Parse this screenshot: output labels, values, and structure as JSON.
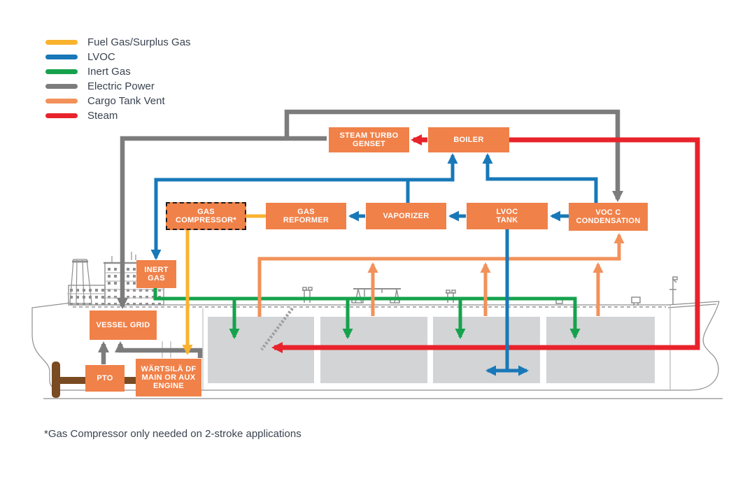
{
  "colors": {
    "fuel_gas": "#F9B32F",
    "lvoc": "#1878B8",
    "inert_gas": "#16A24C",
    "electric_power": "#7C7C7C",
    "cargo_tank_vent": "#F2915A",
    "steam": "#E8232B",
    "node_fill": "#F08149",
    "node_text": "#FFFFFF",
    "tank_fill": "#D3D4D6",
    "ship_outline": "#8F8F8F",
    "shaft_brown": "#7A4A22",
    "text_dark": "#3A4350"
  },
  "legend": {
    "items": [
      {
        "label": "Fuel Gas/Surplus Gas",
        "color": "#F9B32F"
      },
      {
        "label": "LVOC",
        "color": "#1878B8"
      },
      {
        "label": "Inert Gas",
        "color": "#16A24C"
      },
      {
        "label": "Electric Power",
        "color": "#7C7C7C"
      },
      {
        "label": "Cargo Tank Vent",
        "color": "#F2915A"
      },
      {
        "label": "Steam",
        "color": "#E8232B"
      }
    ]
  },
  "nodes": {
    "steam_turbo_genset": {
      "label": "STEAM TURBO\nGENSET"
    },
    "boiler": {
      "label": "BOILER"
    },
    "gas_compressor": {
      "label": "GAS\nCOMPRESSOR*"
    },
    "gas_reformer": {
      "label": "GAS\nREFORMER"
    },
    "vaporizer": {
      "label": "VAPORIZER"
    },
    "lvoc_tank": {
      "label": "LVOC\nTANK"
    },
    "voc_condensation": {
      "label": "VOC C\nCONDENSATION"
    },
    "inert_gas": {
      "label": "INERT\nGAS"
    },
    "vessel_grid": {
      "label": "VESSEL GRID"
    },
    "pto": {
      "label": "PTO"
    },
    "main_engine": {
      "label": "WÄRTSILÄ DF\nMAIN OR AUX\nENGINE"
    }
  },
  "footnote": "*Gas Compressor only needed on 2-stroke applications"
}
